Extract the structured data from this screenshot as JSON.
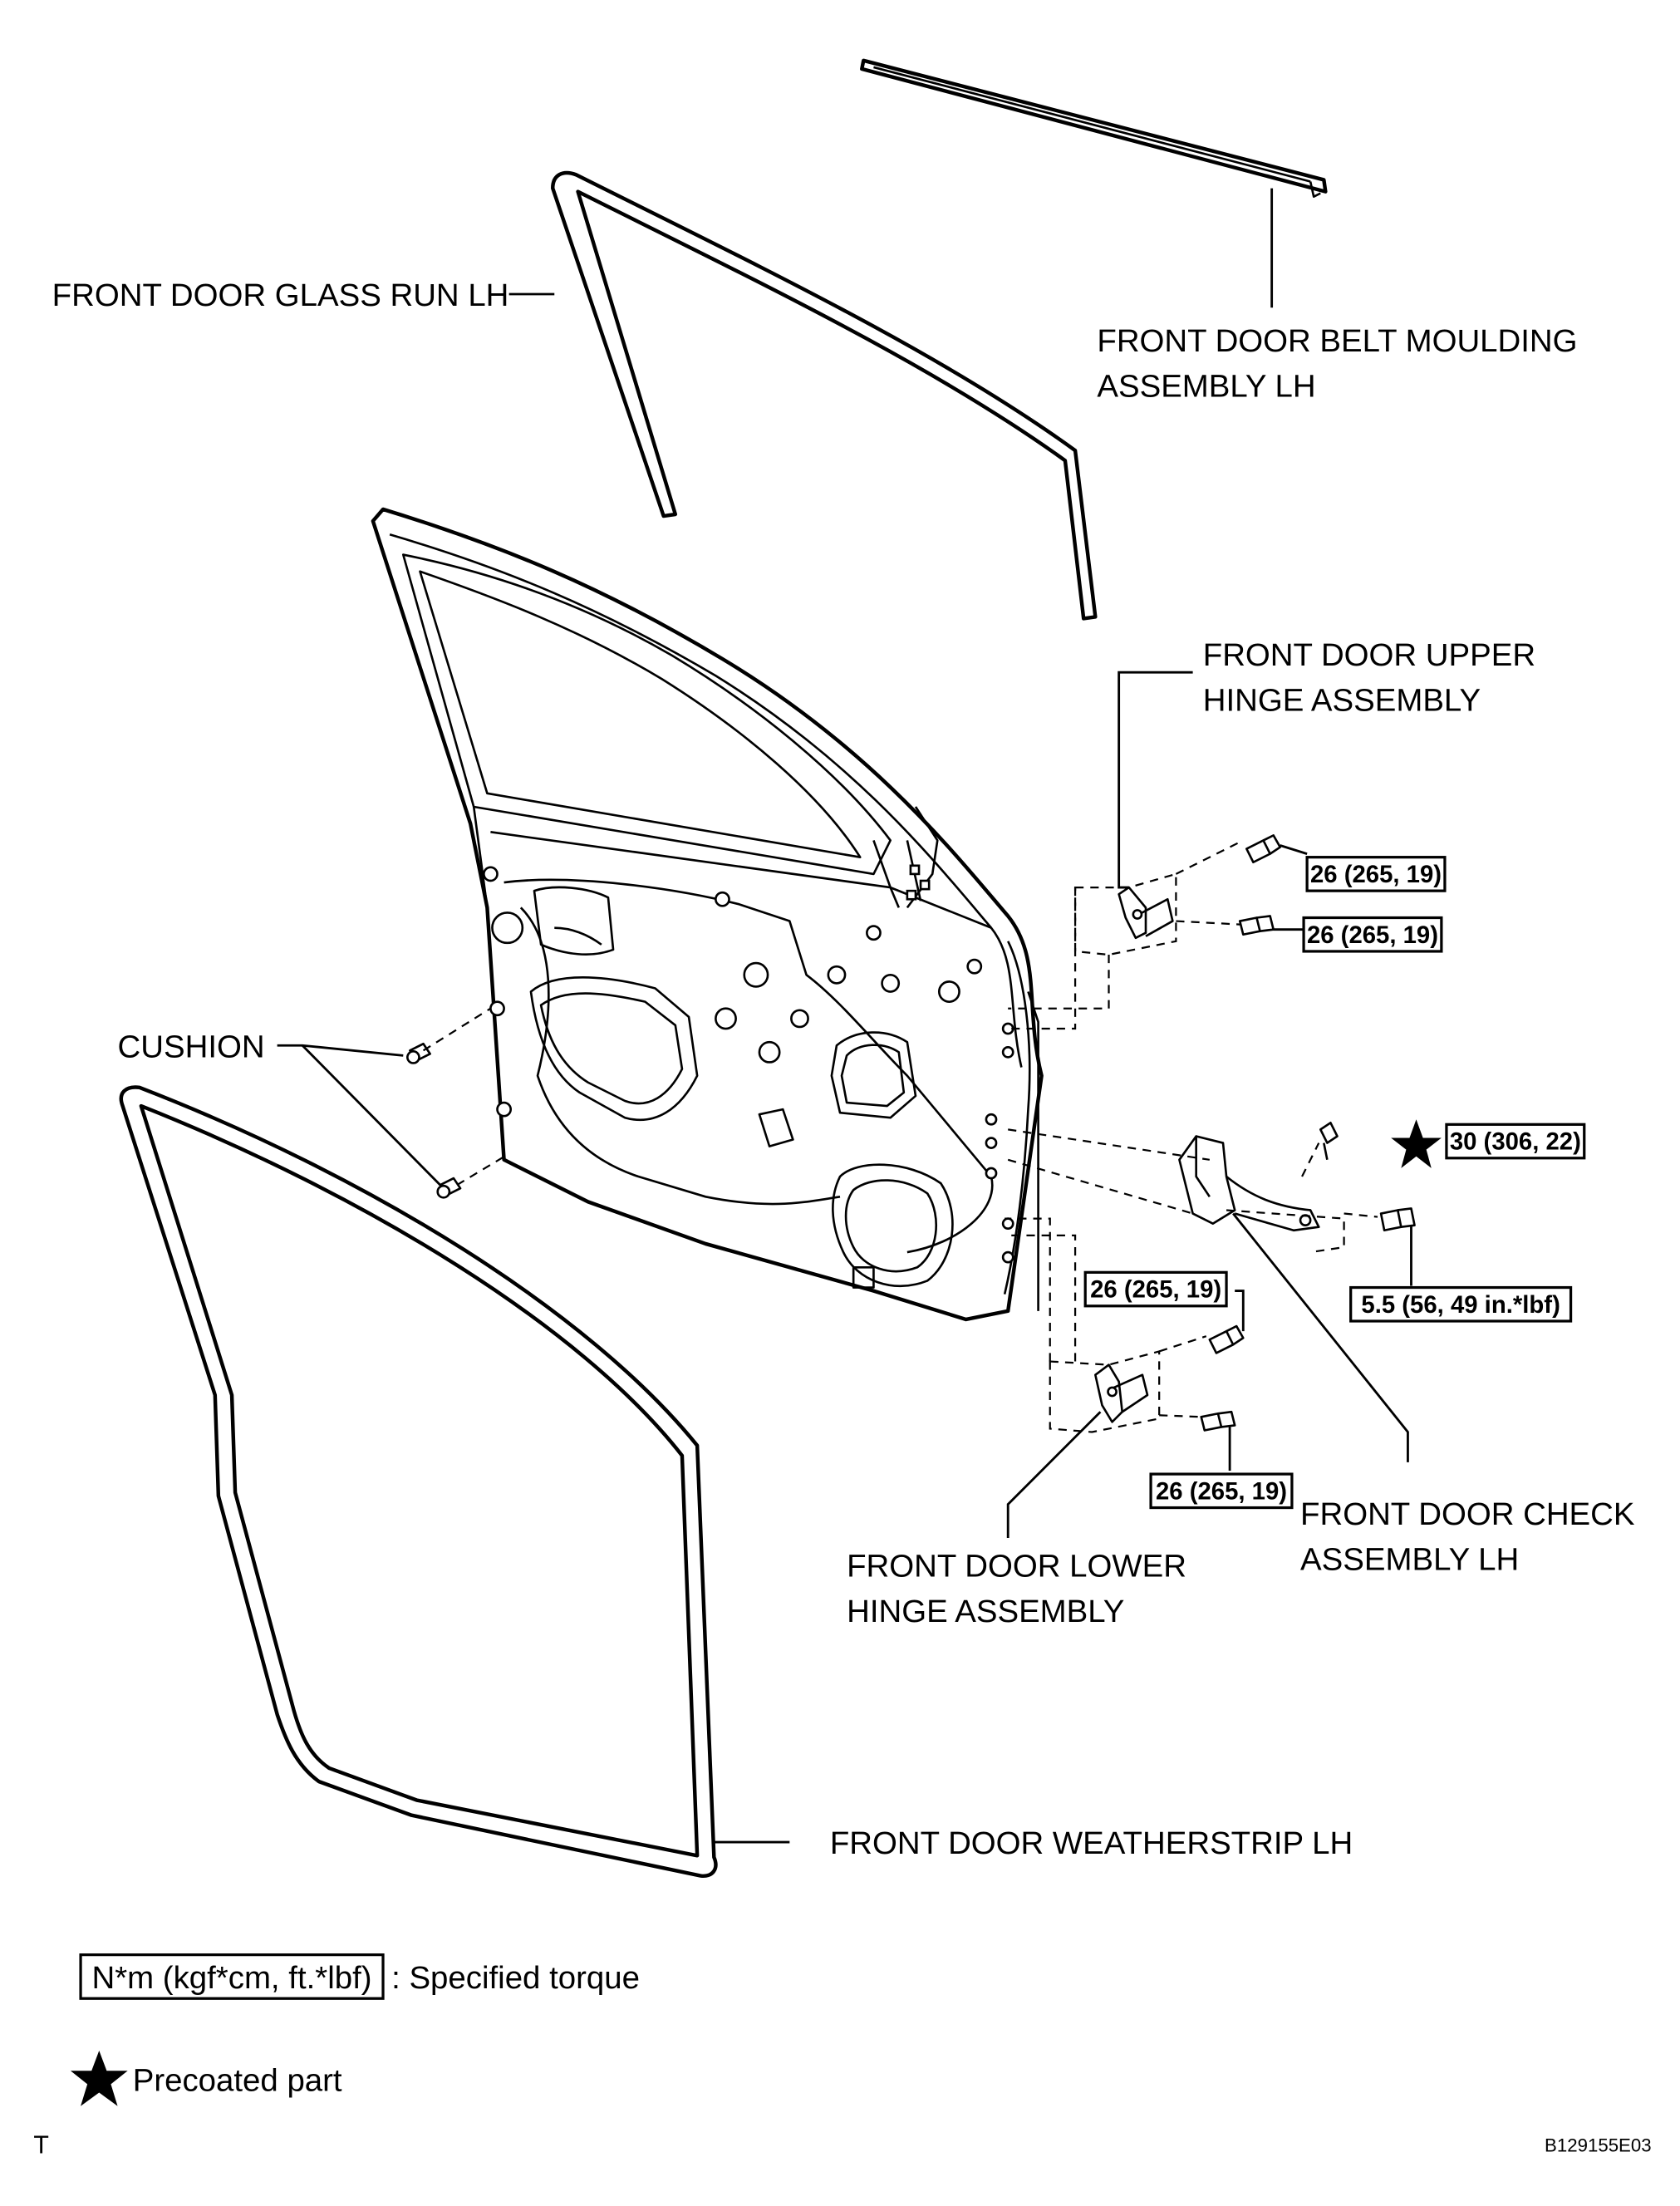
{
  "labels": {
    "belt_moulding_1": "FRONT DOOR BELT MOULDING",
    "belt_moulding_2": "ASSEMBLY LH",
    "glass_run": "FRONT DOOR GLASS RUN LH",
    "upper_hinge_1": "FRONT DOOR UPPER",
    "upper_hinge_2": "HINGE ASSEMBLY",
    "cushion": "CUSHION",
    "check_1": "FRONT DOOR CHECK",
    "check_2": "ASSEMBLY LH",
    "lower_hinge_1": "FRONT DOOR LOWER",
    "lower_hinge_2": "HINGE ASSEMBLY",
    "weatherstrip": "FRONT DOOR WEATHERSTRIP LH"
  },
  "torques": {
    "upper_hinge_top": "26 (265, 19)",
    "upper_hinge_bottom": "26 (265, 19)",
    "check_precoated": "30 (306, 22)",
    "check_small": "5.5 (56, 49 in.*lbf)",
    "lower_hinge_top": "26 (265, 19)",
    "lower_hinge_bottom": "26 (265, 19)"
  },
  "legend": {
    "torque_box": "N*m (kgf*cm, ft.*lbf)",
    "torque_text": ": Specified torque",
    "precoated_text": "Precoated part",
    "precoated_icon": "star-icon"
  },
  "footer": {
    "corner_letter": "T",
    "figure_code": "B129155E03"
  }
}
